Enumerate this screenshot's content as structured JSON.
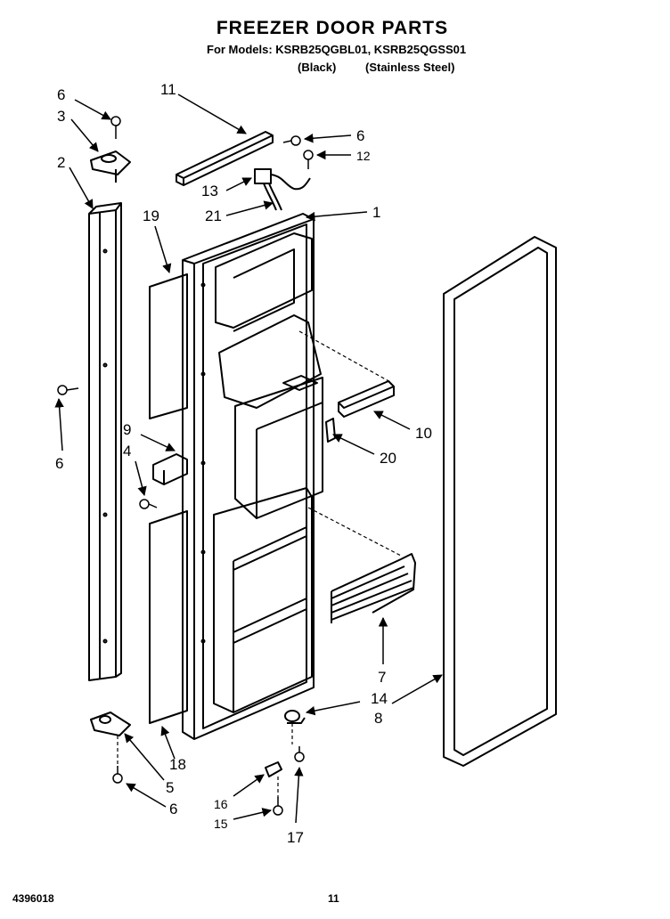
{
  "header": {
    "title": "FREEZER DOOR PARTS",
    "models": "For Models: KSRB25QGBL01, KSRB25QGSS01",
    "variant_black": "(Black)",
    "variant_stainless": "(Stainless Steel)"
  },
  "callouts": {
    "c6a": "6",
    "c3": "3",
    "c2": "2",
    "c11": "11",
    "c6b": "6",
    "c12": "12",
    "c13": "13",
    "c21": "21",
    "c1": "1",
    "c19": "19",
    "c6c": "6",
    "c9": "9",
    "c4": "4",
    "c10": "10",
    "c20": "20",
    "c7": "7",
    "c14": "14",
    "c8": "8",
    "c18": "18",
    "c5": "5",
    "c6d": "6",
    "c16": "16",
    "c15": "15",
    "c17": "17"
  },
  "footer": {
    "code": "4396018",
    "page": "11"
  }
}
